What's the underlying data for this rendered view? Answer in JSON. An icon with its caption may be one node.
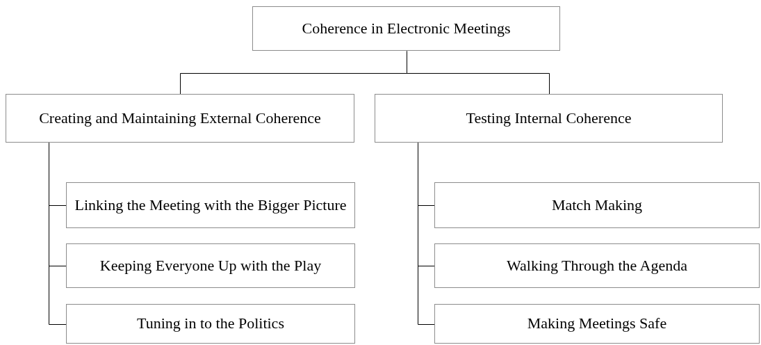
{
  "diagram": {
    "nodes": [
      {
        "text": [
          "Coherence in Electronic Meetings"
        ]
      },
      {
        "text": [
          "Creating and Maintaining External Coherence"
        ]
      },
      {
        "text": [
          "Testing Internal Coherence"
        ]
      },
      {
        "text": [
          "Linking the Meeting with the Bigger Picture"
        ]
      },
      {
        "text": [
          "Keeping Everyone Up with the Play"
        ]
      },
      {
        "text": [
          "Tuning in to the Politics"
        ]
      },
      {
        "text": [
          "Match Making"
        ]
      },
      {
        "text": [
          "Walking Through the Agenda"
        ]
      },
      {
        "text": [
          "Making Meetings Safe"
        ]
      }
    ],
    "edges": [
      {
        "from": 0,
        "to": 1,
        "arrow": "none"
      },
      {
        "from": 0,
        "to": 2,
        "arrow": "none"
      },
      {
        "from": 1,
        "to": 3,
        "arrow": "none"
      },
      {
        "from": 1,
        "to": 4,
        "arrow": "none"
      },
      {
        "from": 1,
        "to": 5,
        "arrow": "none"
      },
      {
        "from": 2,
        "to": 6,
        "arrow": "none"
      },
      {
        "from": 2,
        "to": 7,
        "arrow": "none"
      },
      {
        "from": 2,
        "to": 8,
        "arrow": "none"
      }
    ]
  }
}
